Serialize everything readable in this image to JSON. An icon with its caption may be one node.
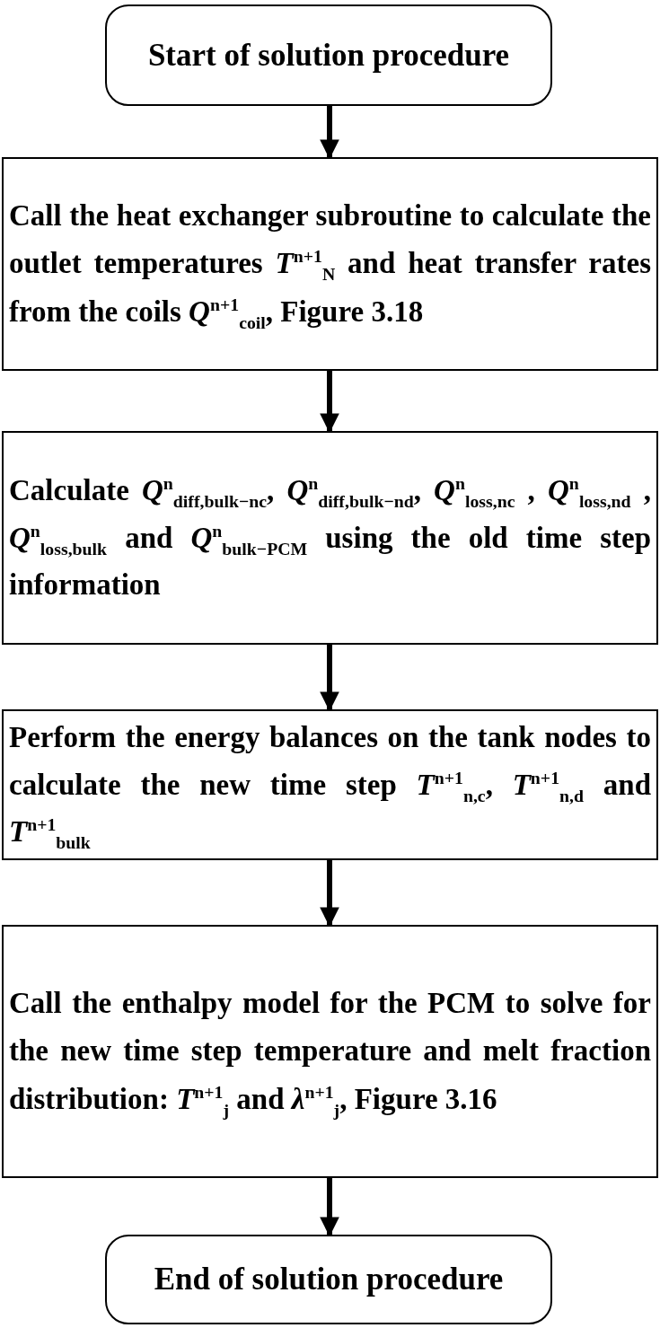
{
  "diagram": {
    "nodes": [
      {
        "text": [
          "Start of solution procedure"
        ]
      },
      {
        "text": [
          "Call the heat exchanger subroutine to calculate the outlet temperatures *T*$^{n+1}$$_{N}$ and heat transfer rates from the coils *Q*$^{n+1}$$_{coil}$, Figure 3.18"
        ]
      },
      {
        "text": [
          "Calculate *Q*$^{n}$$_{diff,bulk−nc}$, *Q*$^{n}$$_{diff,bulk−nd}$, *Q*$^{n}$$_{loss,nc}$ , *Q*$^{n}$$_{loss,nd}$ , *Q*$^{n}$$_{loss,bulk}$ and *Q*$^{n}$$_{bulk−PCM}$ using the old time step information"
        ]
      },
      {
        "text": [
          "Perform the energy balances on the tank nodes to calculate the new time step *T*$^{n+1}$$_{n,c}$, *T*$^{n+1}$$_{n,d}$ and *T*$^{n+1}$$_{bulk}$"
        ]
      },
      {
        "text": [
          "Call the enthalpy model for the PCM to solve for the new time step temperature and melt fraction distribution: *T*$^{n+1}$$_{j}$ and *λ*$^{n+1}$$_{j}$, Figure 3.16"
        ]
      },
      {
        "text": [
          "End of solution procedure"
        ]
      }
    ],
    "edges": [
      {
        "from": 0,
        "to": 1,
        "arrow": "to"
      },
      {
        "from": 1,
        "to": 2,
        "arrow": "to"
      },
      {
        "from": 2,
        "to": 3,
        "arrow": "to"
      },
      {
        "from": 3,
        "to": 4,
        "arrow": "to"
      },
      {
        "from": 4,
        "to": 5,
        "arrow": "to"
      }
    ]
  }
}
